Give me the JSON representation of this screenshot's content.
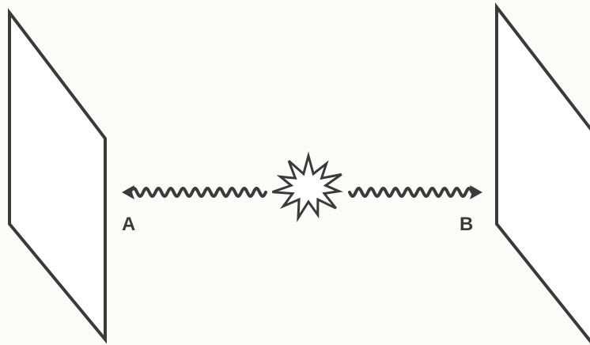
{
  "labels": {
    "a": "A",
    "b": "B"
  },
  "colors": {
    "ink": "#3a3a3a",
    "background": "#fbfbf9",
    "fill": "#ffffff"
  },
  "elements": {
    "left_detector": "detector-plate",
    "right_detector": "detector-plate",
    "source": "burst-source",
    "wave_a": "wavy-arrow-left",
    "wave_b": "wavy-arrow-right"
  }
}
